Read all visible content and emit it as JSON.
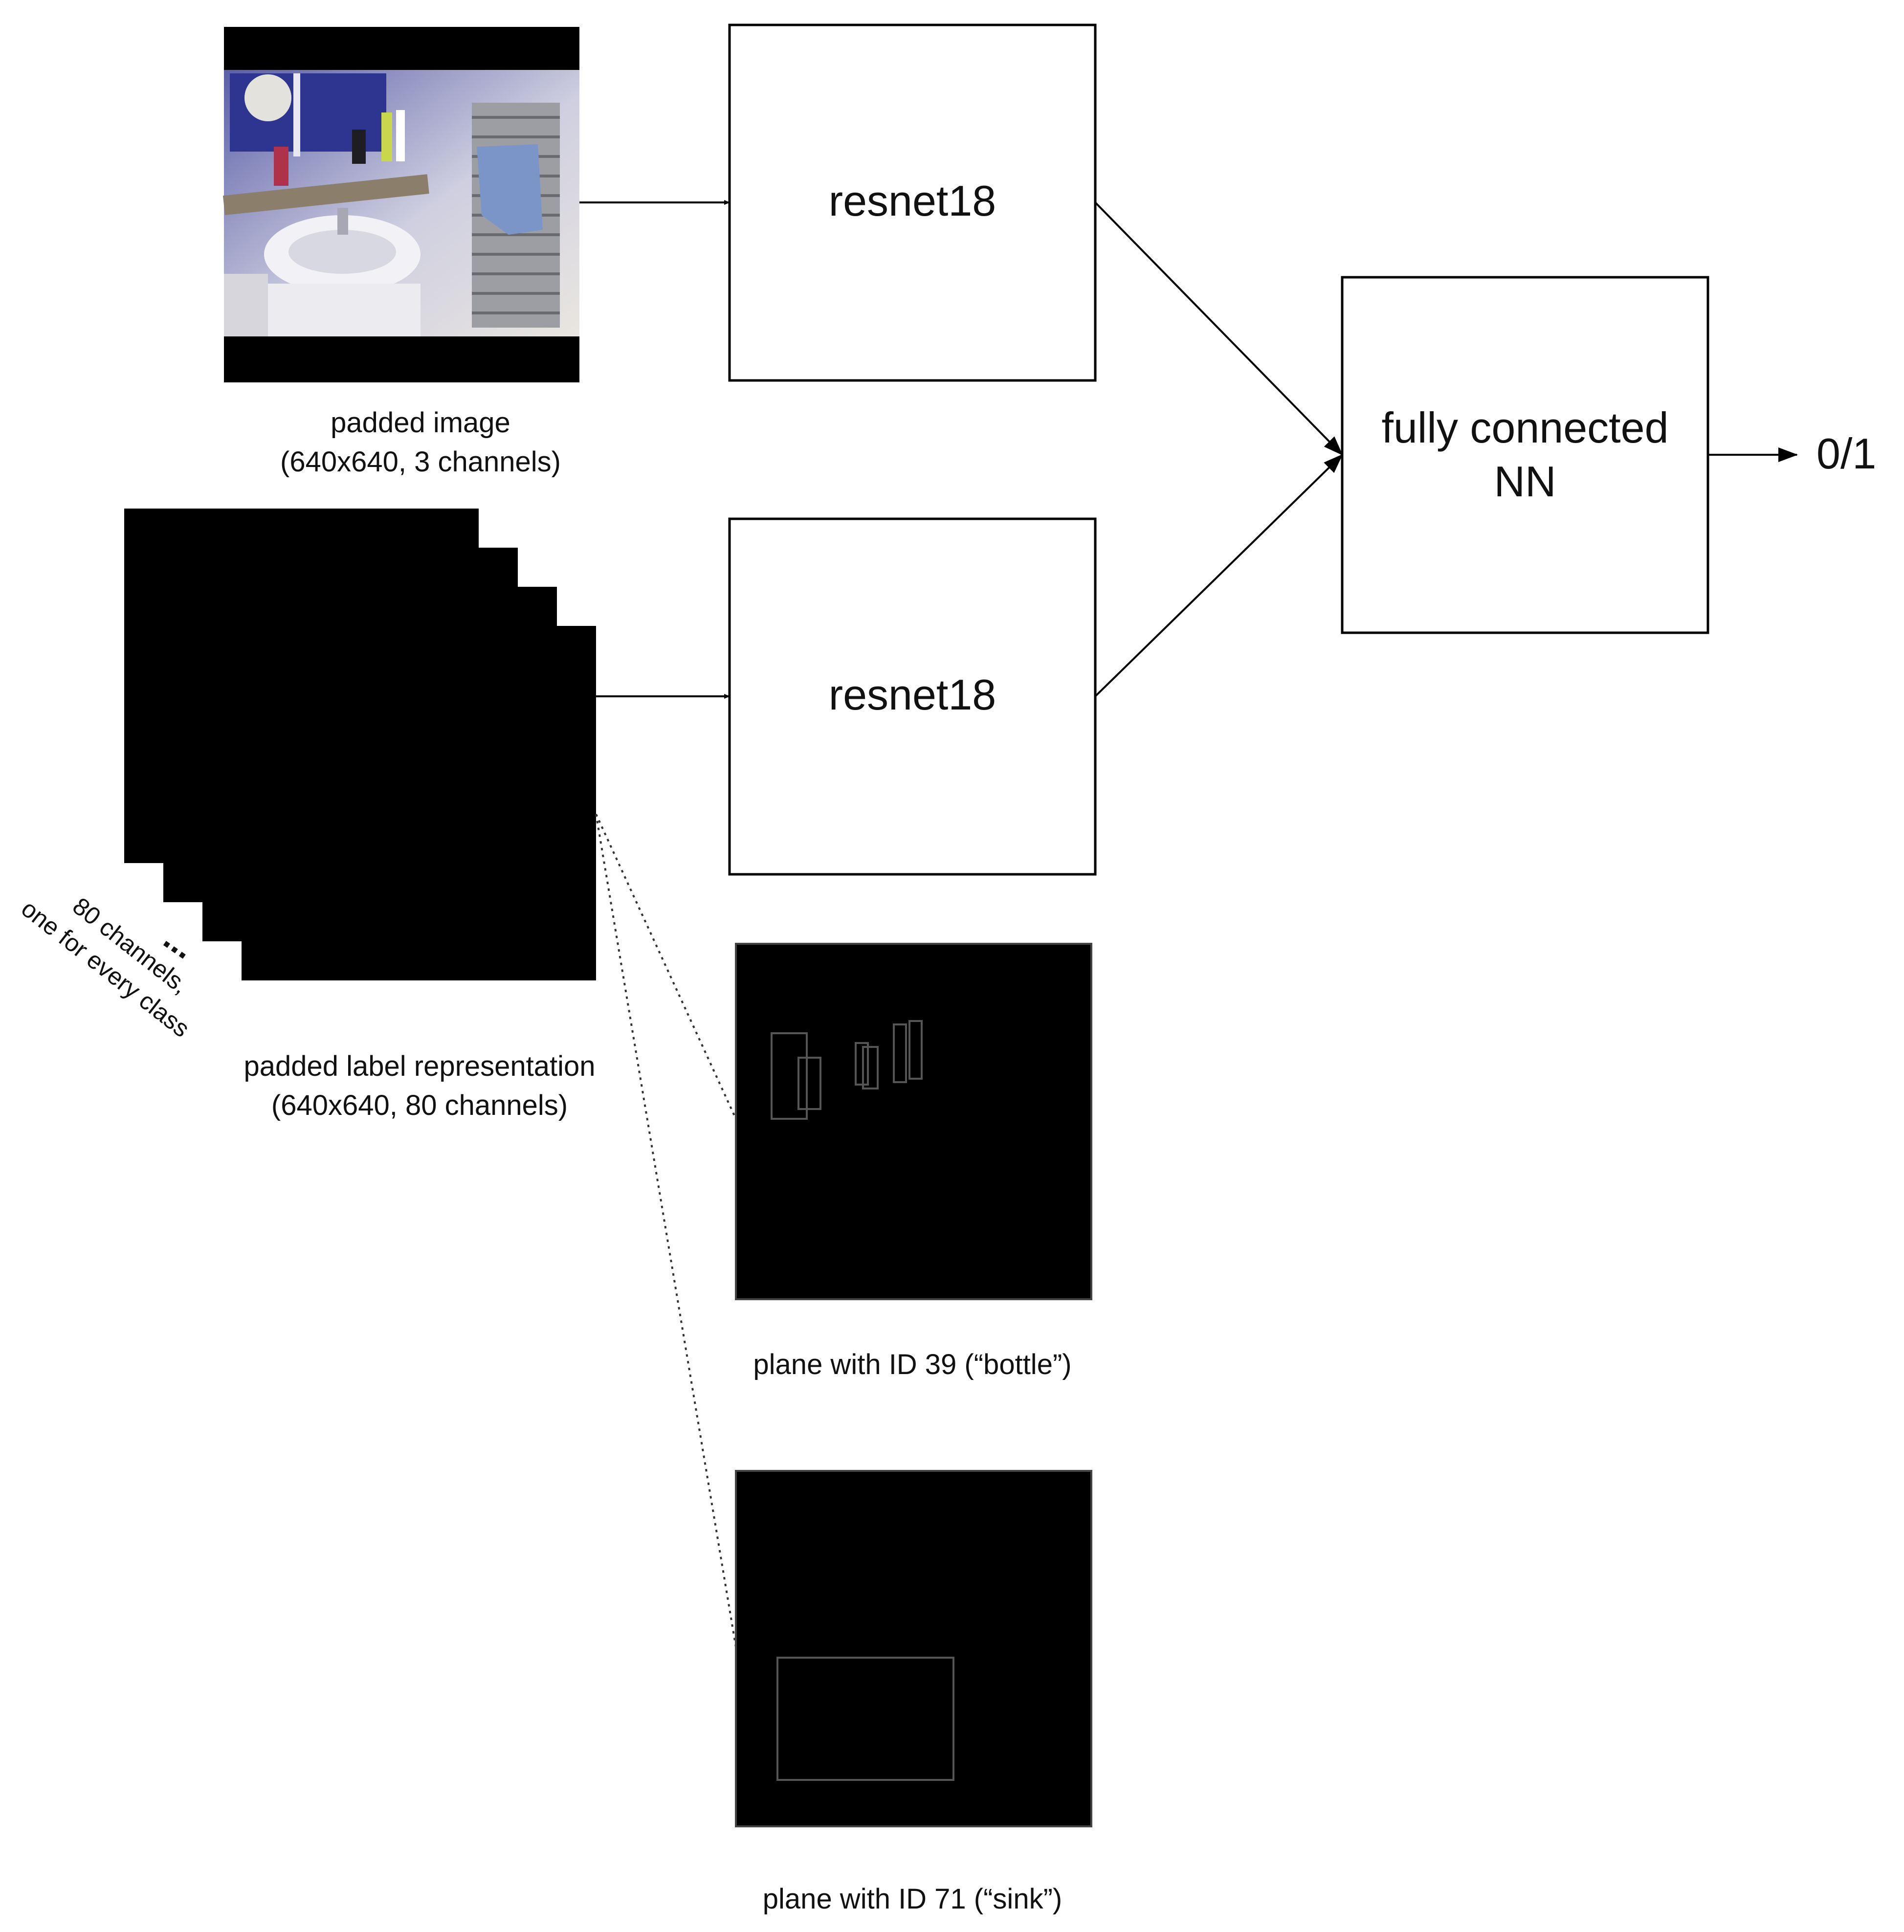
{
  "inputs": {
    "image_caption_line1": "padded image",
    "image_caption_line2": "(640x640, 3 channels)",
    "labels_caption_line1": "padded label representation",
    "labels_caption_line2": "(640x640, 80 channels)",
    "stack_note_line1": "80 channels,",
    "stack_note_line2": "one for every class",
    "ellipsis": "..."
  },
  "models": {
    "backbone_top": "resnet18",
    "backbone_bottom": "resnet18",
    "head_line1": "fully connected",
    "head_line2": "NN",
    "output": "0/1"
  },
  "planes": {
    "bottle_caption": "plane with ID 39 (“bottle”)",
    "sink_caption": "plane with ID 71 (“sink”)"
  },
  "colors": {
    "plane_background": "#000000",
    "bbox_stroke": "#555555",
    "box_stroke": "#000000"
  }
}
